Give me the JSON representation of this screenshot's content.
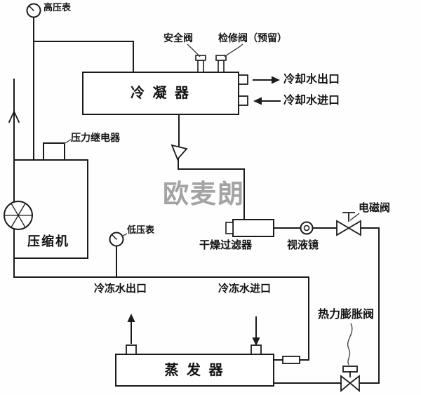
{
  "watermark": "欧麦朗",
  "labels": {
    "high_pressure_gauge": "高压表",
    "safety_valve": "安全阀",
    "service_valve": "检修阀（预留）",
    "condenser": "冷 凝 器",
    "cooling_water_outlet": "冷却水出口",
    "cooling_water_inlet": "冷却水进口",
    "pressure_relay": "压力继电器",
    "compressor": "压缩机",
    "low_pressure_gauge": "低压表",
    "filter_drier": "干燥过滤器",
    "sight_glass": "视液镜",
    "solenoid_valve": "电磁阀",
    "chilled_water_outlet": "冷冻水出口",
    "chilled_water_inlet": "冷冻水进口",
    "thermal_expansion_valve": "热力膨胀阀",
    "evaporator": "蒸 发 器"
  },
  "colors": {
    "line": "#1b1b1b",
    "background": "#ffffff",
    "watermark": "#9a9a9a"
  }
}
